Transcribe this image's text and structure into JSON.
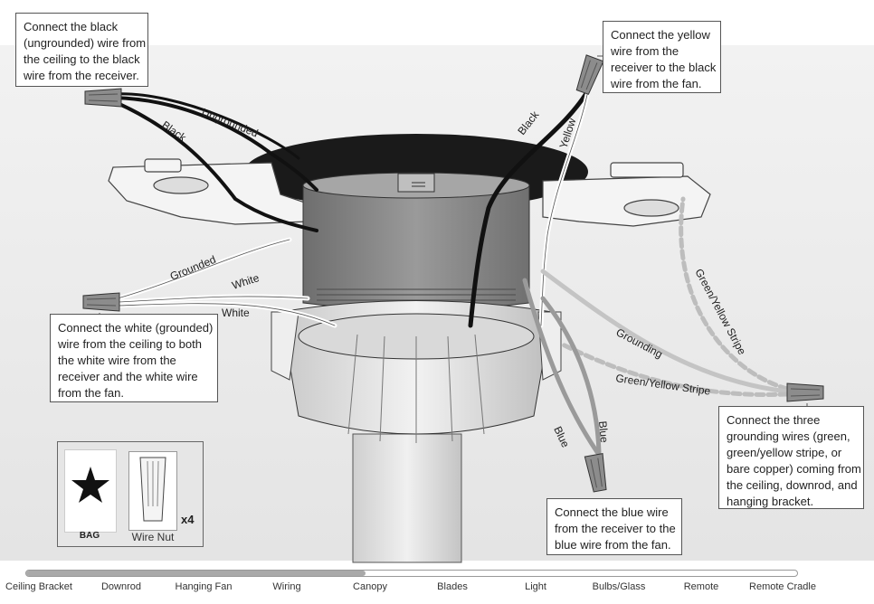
{
  "callouts": {
    "black_wire": [
      "Connect the black",
      "(ungrounded) wire from",
      "the ceiling to the black",
      "wire from the receiver."
    ],
    "yellow_wire": [
      "Connect the yellow",
      "wire from the",
      "receiver to the black",
      "wire from the fan."
    ],
    "white_wire": [
      "Connect the white (grounded)",
      "wire from the ceiling to both",
      "the white wire from the",
      "receiver and the white wire",
      "from the fan."
    ],
    "grounding_wire": [
      "Connect the three",
      "grounding wires (green,",
      "green/yellow stripe, or",
      "bare copper) coming from",
      "the ceiling, downrod, and",
      "hanging bracket."
    ],
    "blue_wire": [
      "Connect the blue wire",
      "from the receiver to the",
      "blue wire from the fan."
    ]
  },
  "wire_labels": {
    "ungrounded": "Ungrounded",
    "black_left": "Black",
    "black_right": "Black",
    "yellow": "Yellow",
    "grounded": "Grounded",
    "white_upper": "White",
    "white_lower": "White",
    "green_yellow_right": "Green/Yellow Stripe",
    "grounding": "Grounding",
    "green_yellow_lower": "Green/Yellow Stripe",
    "blue_left": "Blue",
    "blue_right": "Blue"
  },
  "parts": {
    "bag_label": "BAG",
    "wire_nut_label": "Wire Nut",
    "quantity": "x4"
  },
  "progress": {
    "steps": [
      "Ceiling Bracket",
      "Downrod",
      "Hanging Fan",
      "Wiring",
      "Canopy",
      "Blades",
      "Light",
      "Bulbs/Glass",
      "Remote",
      "Remote Cradle"
    ],
    "current_step": "Wiring",
    "completed_fraction": 0.44
  },
  "colors": {
    "black_wire": "#111111",
    "white_wire": "#ffffff",
    "gray_housing": "#8a8a8a",
    "wire_nut": "#8c8c8c"
  }
}
